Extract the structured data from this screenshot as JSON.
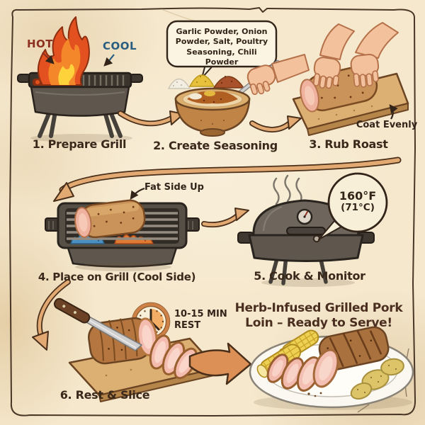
{
  "figure": {
    "title_line1": "Herb-Infused Grilled Pork",
    "title_line2": "Loin – Ready to Serve!"
  },
  "steps": [
    {
      "label": "1. Prepare Grill"
    },
    {
      "label": "2. Create Seasoning"
    },
    {
      "label": "3. Rub Roast"
    },
    {
      "label": "4. Place on Grill (Cool Side)"
    },
    {
      "label": "5. Cook & Monitor"
    },
    {
      "label": "6. Rest & Slice"
    }
  ],
  "annotations": {
    "hot": "HOT",
    "cool": "COOL",
    "seasoning_list": "Garlic Powder, Onion Powder, Salt, Poultry Seasoning, Chili Powder",
    "coat_evenly": "Coat Evenly",
    "fat_side_up": "Fat Side Up",
    "temp_f": "160°F",
    "temp_c": "(71°C)",
    "rest_line1": "10-15 MIN",
    "rest_line2": "REST"
  },
  "colors": {
    "hot_label": "#8e3020",
    "cool_label": "#2a5d80",
    "arrow_fill": "#e2a972",
    "outline": "#3a2a1a",
    "parchment": "#f5e8cd",
    "text": "#3a281b",
    "flame_outer": "#e2511f",
    "flame_mid": "#f5872b",
    "flame_core": "#fdd23a",
    "cool_flame": "#4a90c2"
  }
}
